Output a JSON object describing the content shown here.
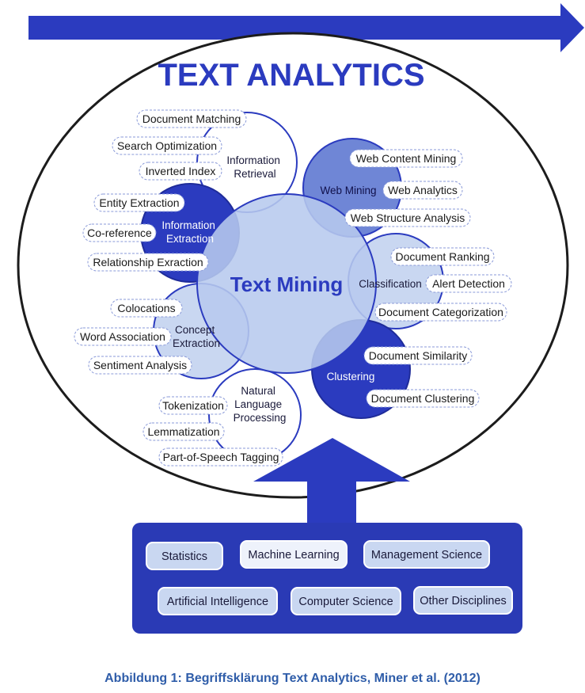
{
  "title": "TEXT ANALYTICS",
  "center": {
    "label": "Text Mining"
  },
  "colors": {
    "dark_blue": "#2b3bbf",
    "mid_blue": "#6f86d6",
    "light_blue": "#c9d7f1",
    "center_fill": "#b7c9ee",
    "caption": "#2f5da9",
    "panel": "#2a3ab5"
  },
  "areas": {
    "ir": {
      "label_lines": [
        "Information",
        "Retrieval"
      ],
      "items": [
        "Document Matching",
        "Search Optimization",
        "Inverted Index"
      ]
    },
    "web": {
      "label_lines": [
        "Web Mining"
      ],
      "items": [
        "Web Content Mining",
        "Web Analytics",
        "Web Structure Analysis"
      ]
    },
    "ie": {
      "label_lines": [
        "Information",
        "Extraction"
      ],
      "items": [
        "Entity Extraction",
        "Co-reference",
        "Relationship Exraction"
      ]
    },
    "cls": {
      "label_lines": [
        "Classification"
      ],
      "items": [
        "Document Ranking",
        "Alert Detection",
        "Document Categorization"
      ]
    },
    "ce": {
      "label_lines": [
        "Concept",
        "Extraction"
      ],
      "items": [
        "Colocations",
        "Word Association",
        "Sentiment Analysis"
      ]
    },
    "clu": {
      "label_lines": [
        "Clustering"
      ],
      "items": [
        "Document Similarity",
        "Document Clustering"
      ]
    },
    "nlp": {
      "label_lines": [
        "Natural",
        "Language",
        "Processing"
      ],
      "items": [
        "Tokenization",
        "Lemmatization",
        "Part-of-Speech Tagging"
      ]
    }
  },
  "disciplines": [
    "Statistics",
    "Machine Learning",
    "Management Science",
    "Artificial Intelligence",
    "Computer Science",
    "Other Disciplines"
  ],
  "caption": "Abbildung 1: Begriffsklärung Text Analytics, Miner et al. (2012)"
}
